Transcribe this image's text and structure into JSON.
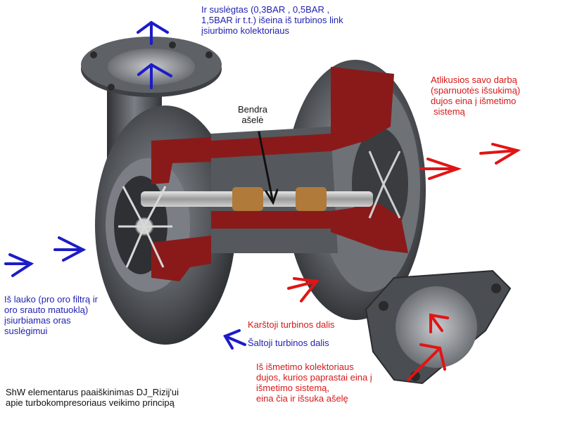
{
  "labels": {
    "compressor_outlet": [
      "Ir suslėgtas (0,3BAR , 0,5BAR ,",
      "1,5BAR ir t.t.) išeina iš turbinos link",
      "įsiurbimo kolektoriaus"
    ],
    "exhaust_out": [
      "Atlikusios savo darbą",
      "(sparnuotės išsukimą)",
      "dujos eina į išmetimo",
      "sistemą"
    ],
    "shaft": [
      "Bendra",
      "ašelė"
    ],
    "air_intake": [
      "Iš lauko (pro oro filtrą ir",
      "oro srauto matuoklą)",
      "įsiurbiamas oras",
      "suslėgimui"
    ],
    "hot_side": "Karštoji turbinos dalis",
    "cold_side": "Šaltoji turbinos dalis",
    "exhaust_in": [
      "Iš išmetimo kolektoriaus",
      "dujos, kurios paprastai eina į",
      "išmetimo sistemą,",
      "eina čia ir išsuka ašelę"
    ],
    "credit": [
      "ShW elementarus paaiškinimas DJ_Rizij'ui",
      "apie turbokompresoriaus veikimo principą"
    ]
  },
  "colors": {
    "blue_arrow": "#1c1cc8",
    "red_arrow": "#e01515",
    "housing": "#4a4d52",
    "housing_dark": "#2c2e31",
    "cutaway": "#8a1a1a",
    "bearing": "#b07a3a"
  }
}
